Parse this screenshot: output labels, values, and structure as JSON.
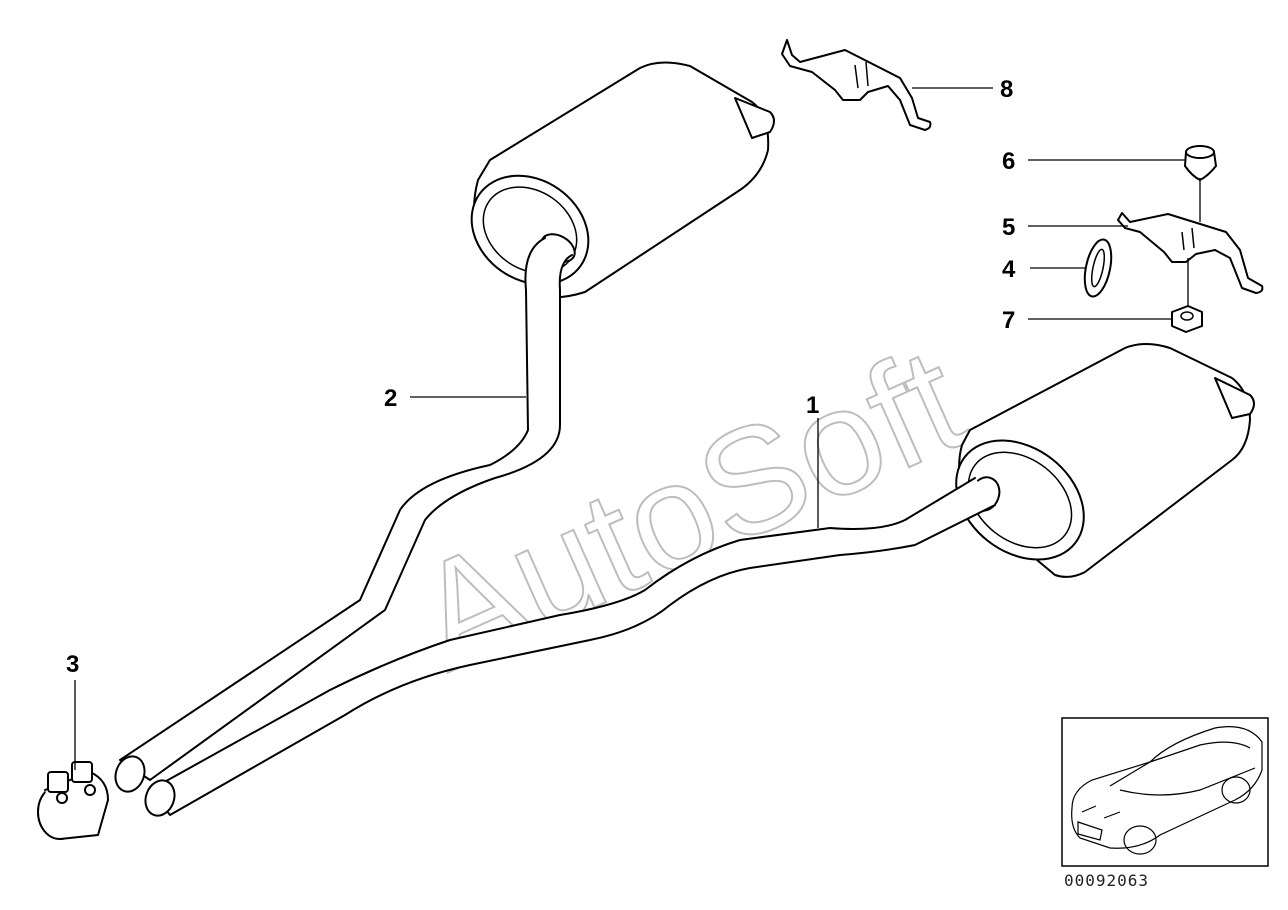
{
  "callouts": [
    {
      "id": "1",
      "label": "1"
    },
    {
      "id": "2",
      "label": "2"
    },
    {
      "id": "3",
      "label": "3"
    },
    {
      "id": "4",
      "label": "4"
    },
    {
      "id": "5",
      "label": "5"
    },
    {
      "id": "6",
      "label": "6"
    },
    {
      "id": "7",
      "label": "7"
    },
    {
      "id": "8",
      "label": "8"
    }
  ],
  "watermark": "AutoSoft",
  "reference_code": "00092063"
}
